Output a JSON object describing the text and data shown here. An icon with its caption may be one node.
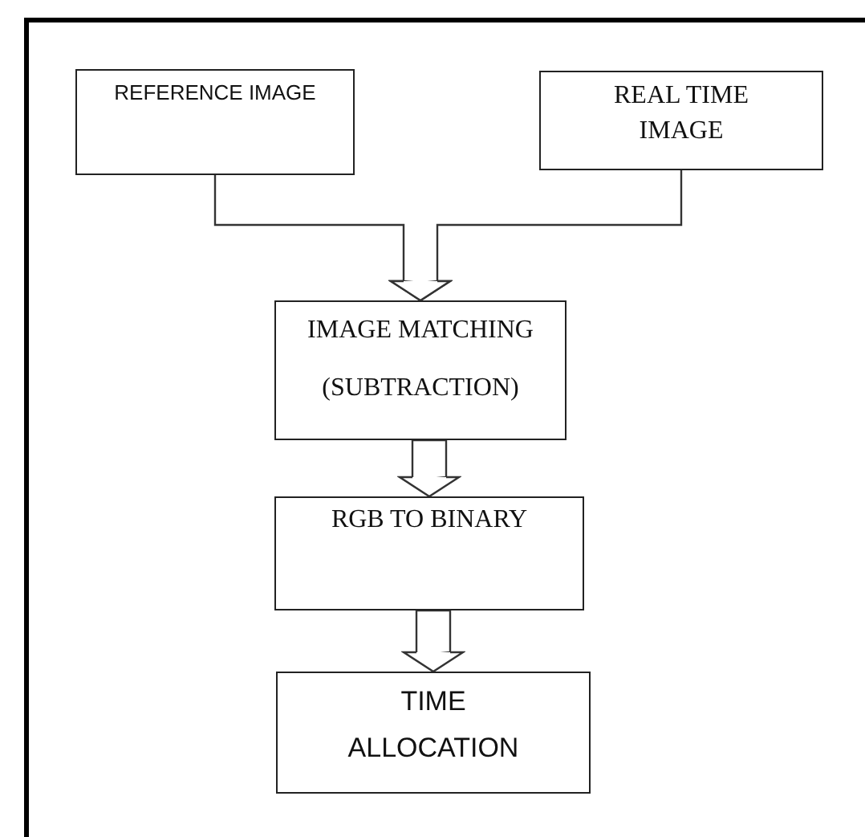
{
  "diagram": {
    "nodes": [
      {
        "text": [
          "REFERENCE IMAGE"
        ]
      },
      {
        "text": [
          "REAL TIME IMAGE"
        ]
      },
      {
        "text": [
          "IMAGE MATCHING (SUBTRACTION)"
        ]
      },
      {
        "text": [
          "RGB TO BINARY"
        ]
      },
      {
        "text": [
          "TIME ALLOCATION"
        ]
      }
    ],
    "edges": [
      {
        "from": 0,
        "to": 2,
        "arrow": "to"
      },
      {
        "from": 1,
        "to": 2,
        "arrow": "to"
      },
      {
        "from": 2,
        "to": 3,
        "arrow": "to"
      },
      {
        "from": 3,
        "to": 4,
        "arrow": "to"
      }
    ]
  }
}
